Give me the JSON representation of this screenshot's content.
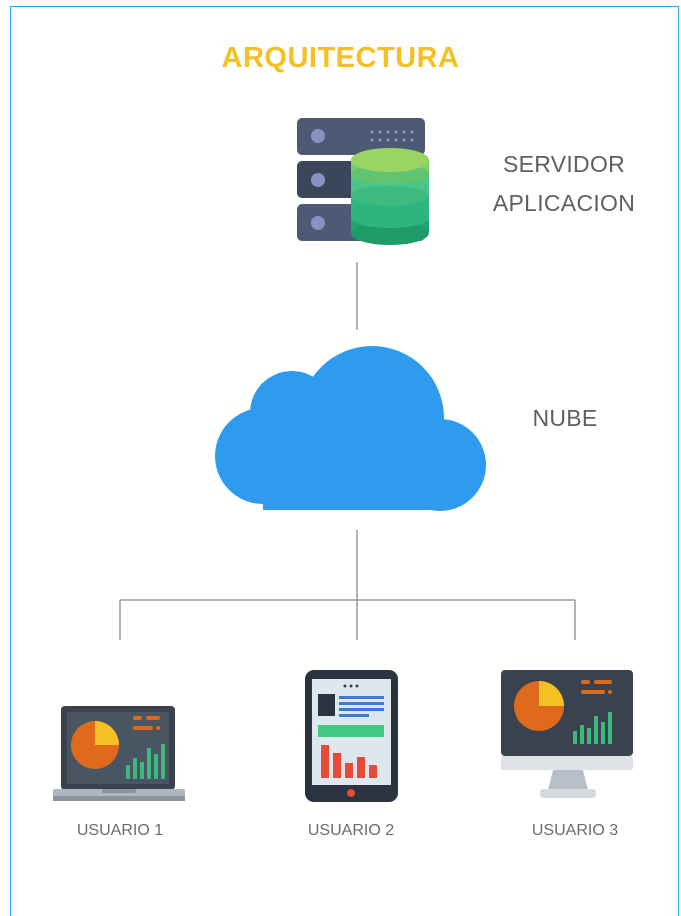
{
  "title": "ARQUITECTURA",
  "colors": {
    "title": "#f4c023",
    "frame": "#29a8e0",
    "cloud": "#2f9bef",
    "connector": "#8c8c8c",
    "server_body": "#4b5568",
    "database": "#3fb97b"
  },
  "server": {
    "label_line1": "SERVIDOR",
    "label_line2": "APLICACION",
    "icon": "server-database-icon"
  },
  "cloud": {
    "label": "NUBE",
    "icon": "cloud-icon"
  },
  "users": [
    {
      "label": "USUARIO 1",
      "icon": "laptop-dashboard-icon"
    },
    {
      "label": "USUARIO 2",
      "icon": "tablet-dashboard-icon"
    },
    {
      "label": "USUARIO 3",
      "icon": "desktop-monitor-dashboard-icon"
    }
  ]
}
